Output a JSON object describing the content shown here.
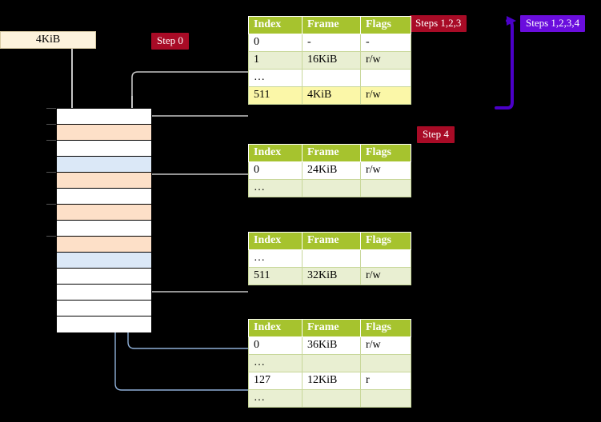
{
  "labels": {
    "kib_box": "4KiB",
    "step0": "Step 0",
    "steps123": "Steps 1,2,3",
    "steps1234": "Steps 1,2,3,4",
    "step4": "Step 4"
  },
  "colors": {
    "badge_red": "#a80b26",
    "badge_violet": "#6a0ddd",
    "table_header": "#a6c32e",
    "table_row_alt": "#e9efd2",
    "highlight": "#fbf7a8",
    "mem_orange": "#fde0c8",
    "mem_blue": "#dbe8f7",
    "kib_box_bg": "#fdf3dc",
    "bracket": "#4b00c8",
    "wire_gray": "#cccccc",
    "wire_blue": "#8fb0d8"
  },
  "columns": [
    "Index",
    "Frame",
    "Flags"
  ],
  "tables": [
    {
      "name": "pml4-table",
      "rows": [
        {
          "index": "0",
          "frame": "-",
          "flags": "-",
          "style": "row-white",
          "highlight": false
        },
        {
          "index": "1",
          "frame": "16KiB",
          "flags": "r/w",
          "style": "row-green",
          "highlight": false
        },
        {
          "index": "…",
          "frame": "",
          "flags": "",
          "style": "row-white",
          "highlight": false
        },
        {
          "index": "511",
          "frame": "4KiB",
          "flags": "r/w",
          "style": "row-green",
          "highlight": true
        }
      ]
    },
    {
      "name": "pdp-table",
      "rows": [
        {
          "index": "0",
          "frame": "24KiB",
          "flags": "r/w",
          "style": "row-white",
          "highlight": false
        },
        {
          "index": "…",
          "frame": "",
          "flags": "",
          "style": "row-green",
          "highlight": false
        }
      ]
    },
    {
      "name": "pd-table",
      "rows": [
        {
          "index": "…",
          "frame": "",
          "flags": "",
          "style": "row-white",
          "highlight": false
        },
        {
          "index": "511",
          "frame": "32KiB",
          "flags": "r/w",
          "style": "row-green",
          "highlight": false
        }
      ]
    },
    {
      "name": "pt-table",
      "rows": [
        {
          "index": "0",
          "frame": "36KiB",
          "flags": "r/w",
          "style": "row-white",
          "highlight": false
        },
        {
          "index": "…",
          "frame": "",
          "flags": "",
          "style": "row-green",
          "highlight": false
        },
        {
          "index": "127",
          "frame": "12KiB",
          "flags": "r",
          "style": "row-white",
          "highlight": false
        },
        {
          "index": "…",
          "frame": "",
          "flags": "",
          "style": "row-green",
          "highlight": false
        }
      ]
    }
  ],
  "memory_rows": [
    {
      "fill": "mem-white",
      "height": 20,
      "tick": true
    },
    {
      "fill": "mem-orange",
      "height": 20,
      "tick": true
    },
    {
      "fill": "mem-white",
      "height": 20,
      "tick": true
    },
    {
      "fill": "mem-blue",
      "height": 20,
      "tick": false
    },
    {
      "fill": "mem-orange",
      "height": 20,
      "tick": true
    },
    {
      "fill": "mem-white",
      "height": 20,
      "tick": false
    },
    {
      "fill": "mem-orange",
      "height": 20,
      "tick": true
    },
    {
      "fill": "mem-white",
      "height": 20,
      "tick": false
    },
    {
      "fill": "mem-orange",
      "height": 20,
      "tick": true
    },
    {
      "fill": "mem-blue",
      "height": 20,
      "tick": false
    },
    {
      "fill": "mem-white",
      "height": 20,
      "tick": false
    },
    {
      "fill": "mem-white",
      "height": 20,
      "tick": false
    },
    {
      "fill": "mem-white",
      "height": 20,
      "tick": false
    },
    {
      "fill": "mem-white",
      "height": 20,
      "tick": false
    }
  ]
}
